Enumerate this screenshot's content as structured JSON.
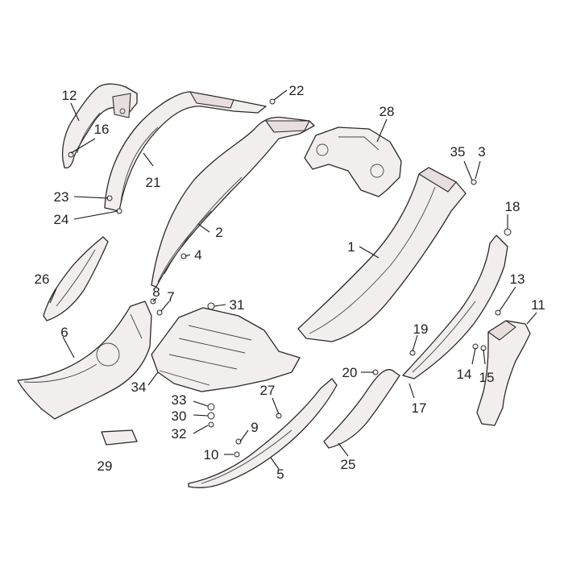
{
  "diagram": {
    "colors": {
      "line": "#2a2a2a",
      "fill": "#f3eeee",
      "shade": "#e8dede",
      "text": "#222222"
    },
    "callouts": [
      {
        "id": "c12",
        "label": "12"
      },
      {
        "id": "c16",
        "label": "16"
      },
      {
        "id": "c21",
        "label": "21"
      },
      {
        "id": "c22",
        "label": "22"
      },
      {
        "id": "c23",
        "label": "23"
      },
      {
        "id": "c24",
        "label": "24"
      },
      {
        "id": "c28",
        "label": "28"
      },
      {
        "id": "c35",
        "label": "35"
      },
      {
        "id": "c3",
        "label": "3"
      },
      {
        "id": "c2",
        "label": "2"
      },
      {
        "id": "c18",
        "label": "18"
      },
      {
        "id": "c4",
        "label": "4"
      },
      {
        "id": "c1",
        "label": "1"
      },
      {
        "id": "c26",
        "label": "26"
      },
      {
        "id": "c8",
        "label": "8"
      },
      {
        "id": "c7",
        "label": "7"
      },
      {
        "id": "c31",
        "label": "31"
      },
      {
        "id": "c13",
        "label": "13"
      },
      {
        "id": "c11",
        "label": "11"
      },
      {
        "id": "c6",
        "label": "6"
      },
      {
        "id": "c19",
        "label": "19"
      },
      {
        "id": "c14",
        "label": "14"
      },
      {
        "id": "c15",
        "label": "15"
      },
      {
        "id": "c20",
        "label": "20"
      },
      {
        "id": "c34",
        "label": "34"
      },
      {
        "id": "c17",
        "label": "17"
      },
      {
        "id": "c27",
        "label": "27"
      },
      {
        "id": "c33",
        "label": "33"
      },
      {
        "id": "c30",
        "label": "30"
      },
      {
        "id": "c32",
        "label": "32"
      },
      {
        "id": "c9",
        "label": "9"
      },
      {
        "id": "c10",
        "label": "10"
      },
      {
        "id": "c29",
        "label": "29"
      },
      {
        "id": "c25",
        "label": "25"
      },
      {
        "id": "c5",
        "label": "5"
      }
    ]
  }
}
